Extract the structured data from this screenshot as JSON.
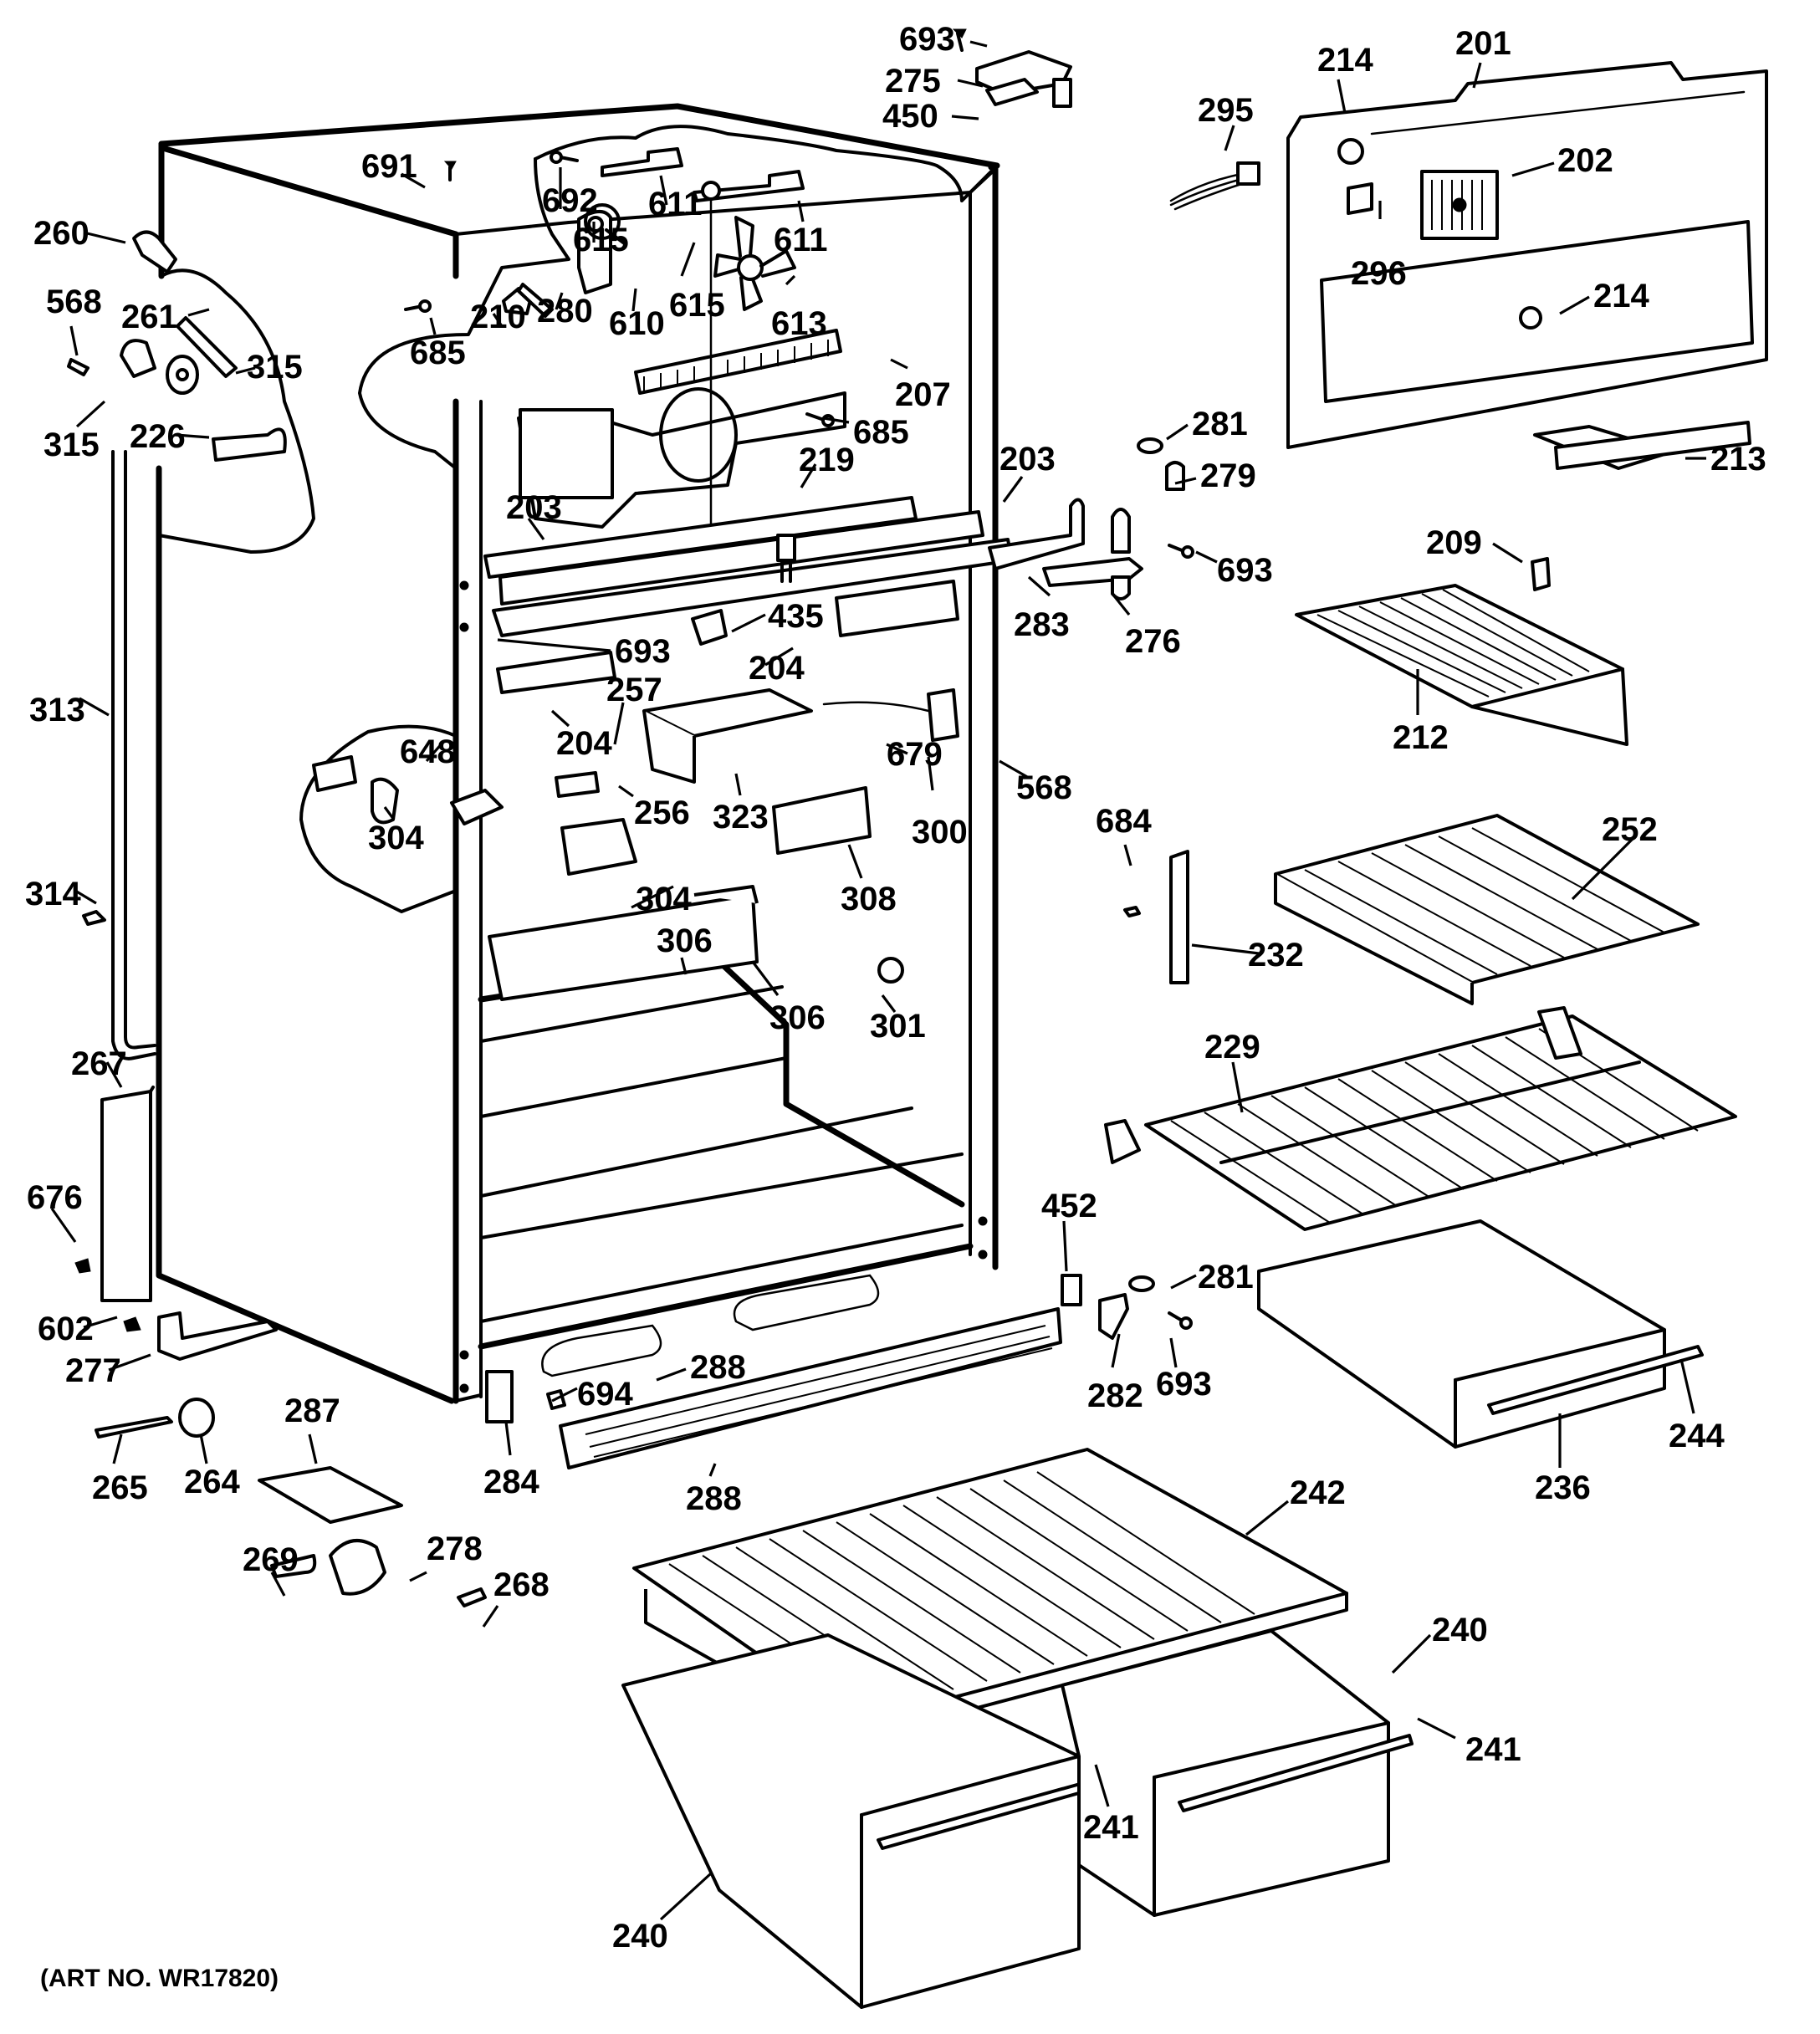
{
  "diagram": {
    "title": "Refrigerator cabinet parts exploded view",
    "art_number": "(ART NO. WR17820)",
    "callouts": {
      "c693a": "693",
      "c275": "275",
      "c450": "450",
      "c691": "691",
      "c692": "692",
      "c611a": "611",
      "c611b": "611",
      "c260": "260",
      "c615a": "615",
      "c615b": "615",
      "c610": "610",
      "c613": "613",
      "c280": "280",
      "c261": "261",
      "c568a": "568",
      "c685a": "685",
      "c210": "210",
      "c315a": "315",
      "c315b": "315",
      "c226": "226",
      "c207": "207",
      "c685b": "685",
      "c219": "219",
      "c203a": "203",
      "c203b": "203",
      "c295": "295",
      "c214a": "214",
      "c201": "201",
      "c202": "202",
      "c296": "296",
      "c214b": "214",
      "c281a": "281",
      "c279": "279",
      "c213": "213",
      "c209": "209",
      "c693b": "693",
      "c283": "283",
      "c276": "276",
      "c435": "435",
      "c693c": "693",
      "c204a": "204",
      "c257": "257",
      "c212": "212",
      "c204b": "204",
      "c648": "648",
      "c679": "679",
      "c256": "256",
      "c323": "323",
      "c300": "300",
      "c568b": "568",
      "c304a": "304",
      "c304b": "304",
      "c308": "308",
      "c306a": "306",
      "c306b": "306",
      "c301": "301",
      "c313": "313",
      "c314": "314",
      "c684": "684",
      "c252": "252",
      "c232": "232",
      "c229": "229",
      "c267": "267",
      "c676": "676",
      "c452": "452",
      "c281b": "281",
      "c602": "602",
      "c277": "277",
      "c694": "694",
      "c288a": "288",
      "c282": "282",
      "c693d": "693",
      "c244": "244",
      "c284": "284",
      "c265": "265",
      "c264": "264",
      "c287": "287",
      "c288b": "288",
      "c236": "236",
      "c242": "242",
      "c269": "269",
      "c278": "278",
      "c268": "268",
      "c240a": "240",
      "c241a": "241",
      "c241b": "241",
      "c240b": "240"
    }
  }
}
